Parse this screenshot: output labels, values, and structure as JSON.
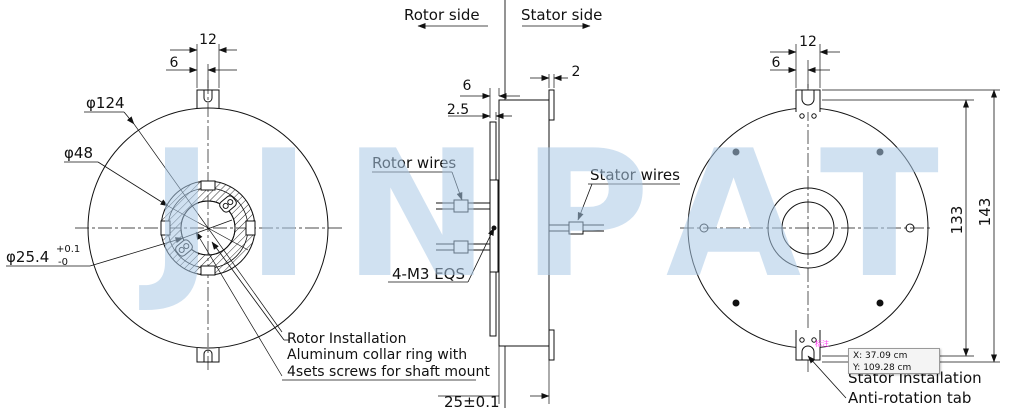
{
  "watermark": {
    "text": "JINPAT",
    "color": "#a9c8e6"
  },
  "side_labels": {
    "rotor": "Rotor side",
    "stator": "Stator side"
  },
  "left_view": {
    "dim_12": "12",
    "dim_6": "6",
    "dia_124": "φ124",
    "dia_48": "φ48",
    "dia_25": "φ25.4",
    "tol_plus": "+0.1",
    "tol_minus": "-0",
    "note_line1": "Rotor Installation",
    "note_line2": "Aluminum collar ring with",
    "note_line3": "4sets screws for shaft mount"
  },
  "mid_view": {
    "dim_6": "6",
    "dim_2_5": "2.5",
    "dim_2": "2",
    "rotor_wires": "Rotor wires",
    "stator_wires": "Stator wires",
    "screws": "4-M3 EQS",
    "dim_25": "25±0.1"
  },
  "right_view": {
    "dim_12": "12",
    "dim_6": "6",
    "dim_133": "133",
    "dim_143": "143",
    "note_line1": "Stator Installation",
    "note_line2": "Anti-rotation tab"
  },
  "cursor_tooltip": {
    "x_label": "X: 37.09 cm",
    "y_label": "Y: 109.28 cm"
  },
  "pink_tag": "标注"
}
